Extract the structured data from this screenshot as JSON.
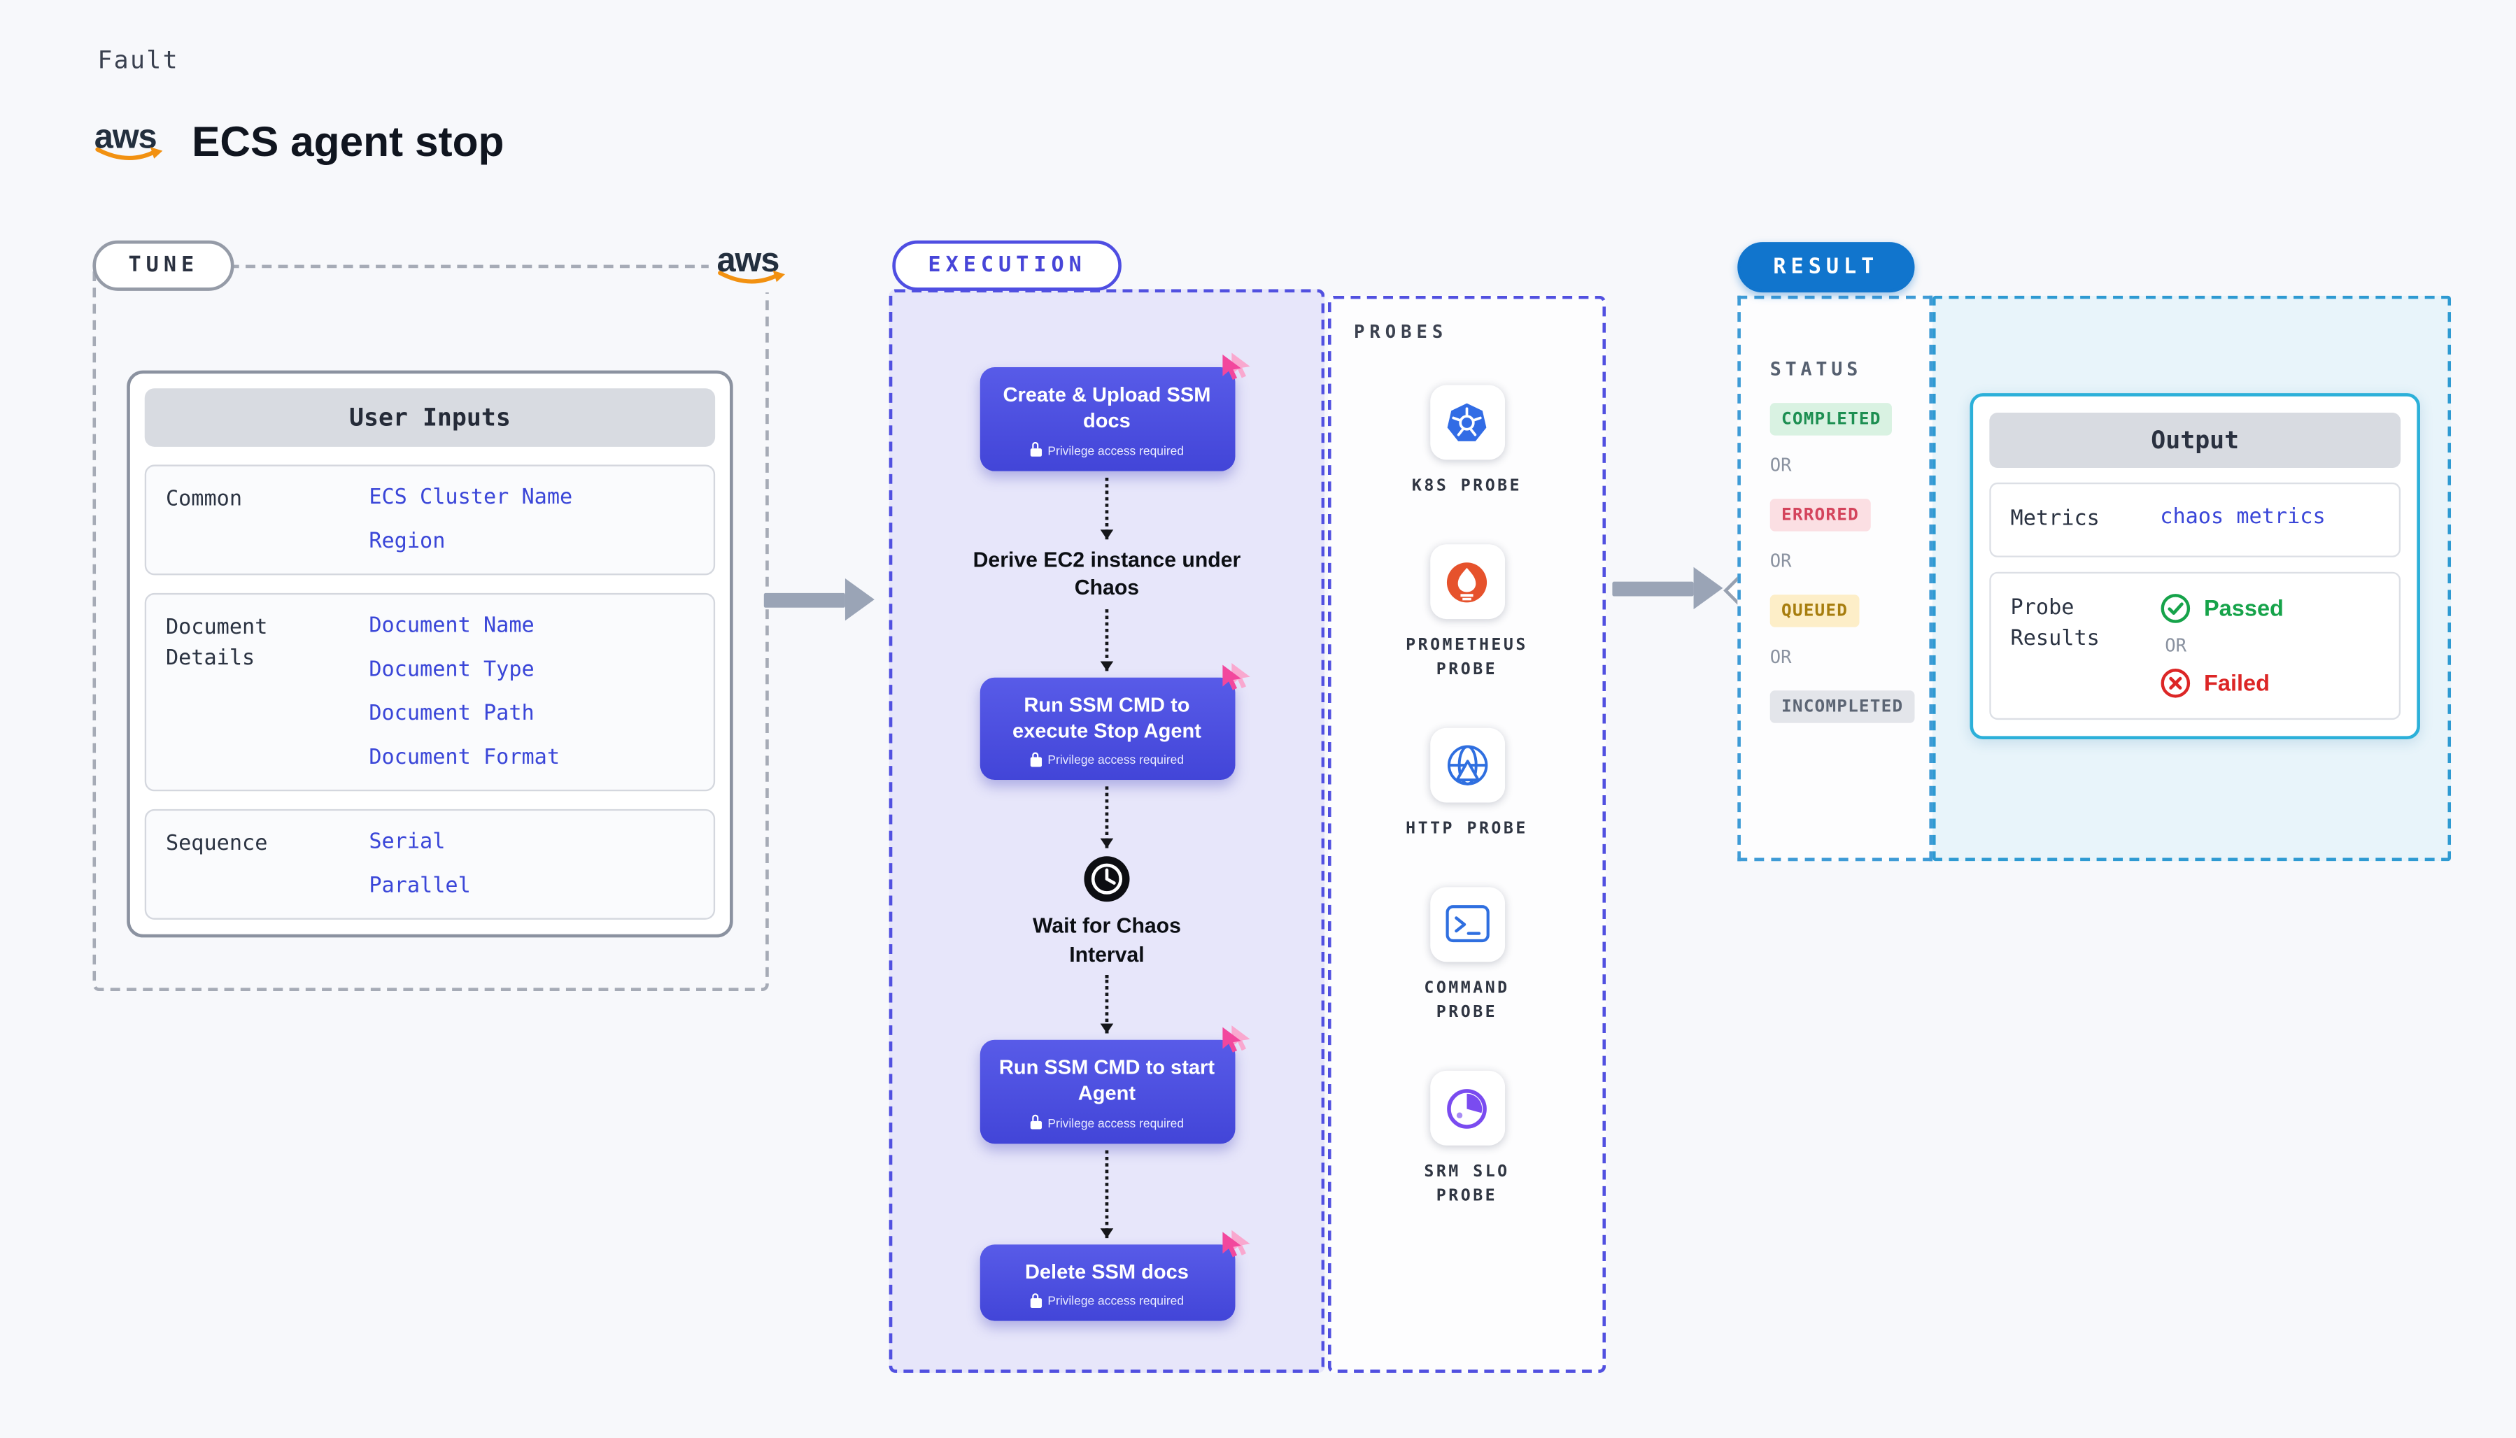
{
  "colors": {
    "page_bg": "#f7f8fb",
    "indigo_accent": "#4f4ee2",
    "execution_bg": "#e7e6fa",
    "action_box_blue": "#4a4ddc",
    "result_blue": "#1175cd",
    "result_bg": "#e8f4fa",
    "output_border": "#2cb0d9",
    "value_blue": "#3a46d8",
    "aws_orange": "#f29111",
    "cursor_pink": "#f2479d",
    "completed": {
      "bg": "#d9f2e2",
      "text": "#1d8f52"
    },
    "errored": {
      "bg": "#fbdfe3",
      "text": "#d4445c"
    },
    "queued": {
      "bg": "#fdeec8",
      "text": "#a77d0e"
    },
    "incompleted": {
      "bg": "#e3e5ea",
      "text": "#5c6574"
    }
  },
  "header": {
    "kicker": "Fault",
    "aws_label": "aws",
    "title": "ECS agent stop"
  },
  "tune": {
    "label": "TUNE",
    "aws_label": "aws",
    "user_inputs": {
      "title": "User Inputs",
      "groups": [
        {
          "label": "Common",
          "values": [
            "ECS Cluster Name",
            "Region"
          ]
        },
        {
          "label": "Document Details",
          "values": [
            "Document Name",
            "Document Type",
            "Document Path",
            "Document Format"
          ]
        },
        {
          "label": "Sequence",
          "values": [
            "Serial",
            "Parallel"
          ]
        }
      ]
    }
  },
  "execution": {
    "label": "EXECUTION",
    "privilege_badge": "Privilege access required",
    "steps": [
      {
        "type": "action",
        "title": "Create & Upload SSM docs"
      },
      {
        "type": "text",
        "title": "Derive EC2 instance under Chaos"
      },
      {
        "type": "action",
        "title": "Run SSM CMD to execute Stop Agent"
      },
      {
        "type": "wait",
        "title": "Wait for Chaos Interval"
      },
      {
        "type": "action",
        "title": "Run SSM CMD to start Agent"
      },
      {
        "type": "action",
        "title": "Delete SSM docs"
      }
    ]
  },
  "probes": {
    "label": "PROBES",
    "items": [
      {
        "name": "K8S PROBE",
        "icon": "kubernetes-icon"
      },
      {
        "name": "PROMETHEUS PROBE",
        "icon": "prometheus-icon"
      },
      {
        "name": "HTTP PROBE",
        "icon": "globe-icon"
      },
      {
        "name": "COMMAND PROBE",
        "icon": "terminal-icon"
      },
      {
        "name": "SRM SLO PROBE",
        "icon": "pie-gauge-icon"
      }
    ]
  },
  "result": {
    "label": "RESULT",
    "status": {
      "title": "STATUS",
      "or_label": "OR",
      "badges": [
        {
          "label": "COMPLETED"
        },
        {
          "label": "ERRORED"
        },
        {
          "label": "QUEUED"
        },
        {
          "label": "INCOMPLETED"
        }
      ]
    },
    "output": {
      "title": "Output",
      "metrics_label": "Metrics",
      "metrics_value": "chaos metrics",
      "probe_results_label": "Probe Results",
      "passed_label": "Passed",
      "or_label": "OR",
      "failed_label": "Failed"
    }
  }
}
